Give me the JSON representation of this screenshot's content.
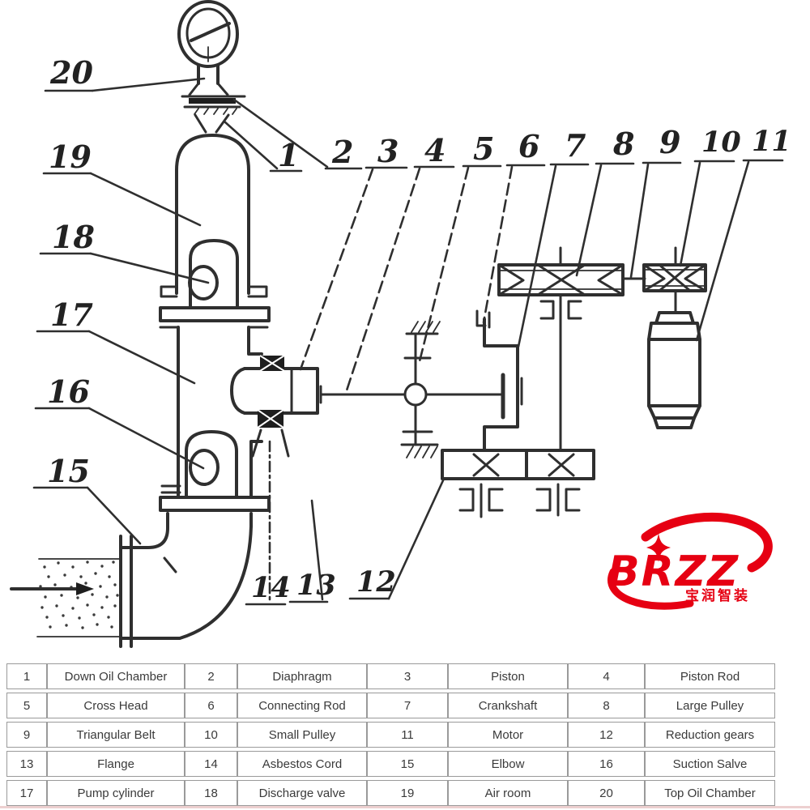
{
  "diagram": {
    "callouts": {
      "c1": "1",
      "c2": "2",
      "c3": "3",
      "c4": "4",
      "c5": "5",
      "c6": "6",
      "c7": "7",
      "c8": "8",
      "c9": "9",
      "c10": "10",
      "c11": "11",
      "c12": "12",
      "c13": "13",
      "c14": "14",
      "c15": "15",
      "c16": "16",
      "c17": "17",
      "c18": "18",
      "c19": "19",
      "c20": "20"
    }
  },
  "logo": {
    "brand": "BRZZ",
    "chinese": "宝润智装",
    "color": "#e60012"
  },
  "table": {
    "rows": [
      [
        {
          "no": "1",
          "name": "Down Oil Chamber"
        },
        {
          "no": "2",
          "name": "Diaphragm"
        },
        {
          "no": "3",
          "name": "Piston"
        },
        {
          "no": "4",
          "name": "Piston Rod"
        }
      ],
      [
        {
          "no": "5",
          "name": "Cross Head"
        },
        {
          "no": "6",
          "name": "Connecting Rod"
        },
        {
          "no": "7",
          "name": "Crankshaft"
        },
        {
          "no": "8",
          "name": "Large Pulley"
        }
      ],
      [
        {
          "no": "9",
          "name": "Triangular Belt"
        },
        {
          "no": "10",
          "name": "Small Pulley"
        },
        {
          "no": "11",
          "name": "Motor"
        },
        {
          "no": "12",
          "name": "Reduction gears"
        }
      ],
      [
        {
          "no": "13",
          "name": "Flange"
        },
        {
          "no": "14",
          "name": "Asbestos Cord"
        },
        {
          "no": "15",
          "name": "Elbow"
        },
        {
          "no": "16",
          "name": "Suction Salve"
        }
      ],
      [
        {
          "no": "17",
          "name": "Pump cylinder"
        },
        {
          "no": "18",
          "name": "Discharge valve"
        },
        {
          "no": "19",
          "name": "Air room"
        },
        {
          "no": "20",
          "name": "Top Oil Chamber"
        }
      ]
    ]
  }
}
